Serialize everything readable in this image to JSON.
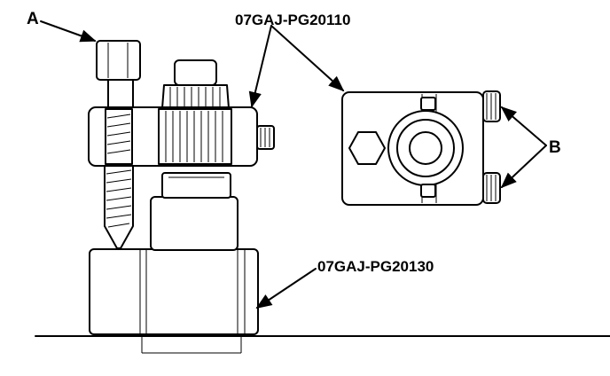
{
  "labels": {
    "callout_a": "A",
    "callout_b": "B",
    "part_top": "07GAJ-PG20110",
    "part_bottom": "07GAJ-PG20130"
  }
}
